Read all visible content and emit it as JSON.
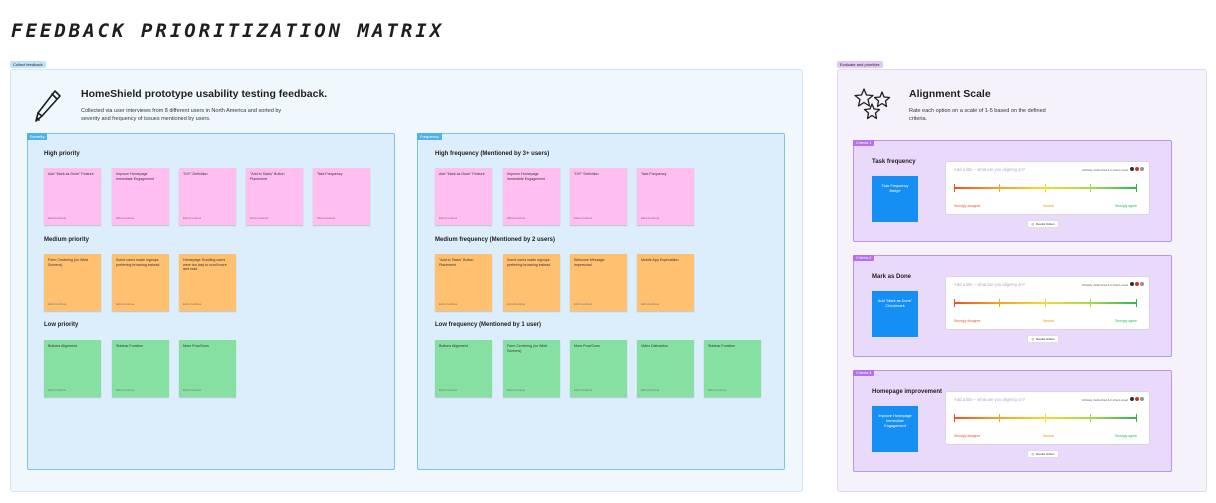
{
  "board_title": "FEEDBACK PRIORITIZATION MATRIX",
  "colors": {
    "pink_sticky": "#ffbdf0",
    "orange_sticky": "#ffc06f",
    "green_sticky": "#86e0a1",
    "panel_blue": "#dcedfb",
    "criteria_purple": "#e9dafc",
    "card_blue": "#168ff5"
  },
  "collect": {
    "tag": "Collect feedback",
    "icon": "pencil-icon",
    "title": "HomeShield prototype usability testing feedback.",
    "desc_line1": "Collected via user interviews from 8 different users in North America and sorted by",
    "desc_line2": "severity and frequency of issues mentioned by users.",
    "severity": {
      "tag": "Severity",
      "high": {
        "label": "High priority",
        "notes": [
          {
            "text": "Add \"Mark as Done\" Feature",
            "author": "Eldra Ferdinas"
          },
          {
            "text": "Improve Homepage Immediate Engagement",
            "author": "Eldra Ferdinas"
          },
          {
            "text": "\"DIY\" Definition",
            "author": "Eldra Ferdinas"
          },
          {
            "text": "\"Add to Tasks\" Button Placement",
            "author": "Eldra Ferdinas"
          },
          {
            "text": "Task Frequency",
            "author": "Eldra Ferdinas"
          }
        ]
      },
      "medium": {
        "label": "Medium priority",
        "notes": [
          {
            "text": "Form Centering (on Wide Screens)",
            "author": "Eldra Ferdinas"
          },
          {
            "text": "Some users made signups preferring browsing instead",
            "author": "Eldra Ferdinas"
          },
          {
            "text": "Homepage Scrolling users were too lazy to scroll more and read",
            "author": "Eldra Ferdinas"
          }
        ]
      },
      "low": {
        "label": "Low priority",
        "notes": [
          {
            "text": "Buttons Alignment",
            "author": "Eldra Ferdinas"
          },
          {
            "text": "Sidebar Function",
            "author": "Eldra Ferdinas"
          },
          {
            "text": "More Pros/Cons",
            "author": "Eldra Ferdinas"
          }
        ]
      }
    },
    "frequency": {
      "tag": "Frequency",
      "high": {
        "label": "High frequency (Mentioned by 3+ users)",
        "notes": [
          {
            "text": "Add \"Mark as Done\" Feature",
            "author": "Eldra Ferdinas"
          },
          {
            "text": "Improve Homepage Immediate Engagement",
            "author": "Eldra Ferdinas"
          },
          {
            "text": "\"DIY\" Definition",
            "author": "Eldra Ferdinas"
          },
          {
            "text": "Task Frequency",
            "author": "Eldra Ferdinas"
          }
        ]
      },
      "medium": {
        "label": "Medium frequency (Mentioned by 2 users)",
        "notes": [
          {
            "text": "\"Add to Tasks\" Button Placement",
            "author": "Eldra Ferdinas"
          },
          {
            "text": "Some users made signups preferring browsing instead",
            "author": "Eldra Ferdinas"
          },
          {
            "text": "Welcome Message impersonal",
            "author": "Eldra Ferdinas"
          },
          {
            "text": "Mobile App Expectation",
            "author": "Eldra Ferdinas"
          }
        ]
      },
      "low": {
        "label": "Low frequency (Mentioned by 1 user)",
        "notes": [
          {
            "text": "Buttons Alignment",
            "author": "Eldra Ferdinas"
          },
          {
            "text": "Form Centering (on Wide Screens)",
            "author": "Eldra Ferdinas"
          },
          {
            "text": "More Pros/Cons",
            "author": "Eldra Ferdinas"
          },
          {
            "text": "Video Distraction",
            "author": "Eldra Ferdinas"
          },
          {
            "text": "Sidebar Function",
            "author": "Eldra Ferdinas"
          }
        ]
      }
    }
  },
  "evaluate": {
    "tag": "Evaluate and prioritize",
    "icon": "stars-icon",
    "title": "Alignment Scale",
    "desc_line1": "Rate each option on a scale of 1-5 based on the defined",
    "desc_line2": "criteria.",
    "criteria": [
      {
        "tag": "Criteria 1",
        "title": "Task frequency",
        "card": "Task Frequency Badge",
        "placeholder": "Add a title – what are you aligning on?",
        "votes": "Infinitely, Authorized & 2 others voted",
        "disagree": "Strongly disagree",
        "neutral": "Neutral",
        "agree": "Strongly agree",
        "results": "Results hidden"
      },
      {
        "tag": "Criteria 2",
        "title": "Mark as Done",
        "card": "Add \"Mark as Done\" Checkmark",
        "placeholder": "Add a title – what are you aligning on?",
        "votes": "Infinitely, Authorized & 2 others voted",
        "disagree": "Strongly disagree",
        "neutral": "Neutral",
        "agree": "Strongly agree",
        "results": "Results hidden"
      },
      {
        "tag": "Criteria 3",
        "title": "Homepage improvement",
        "card": "Improve Homepage Immediate Engagement",
        "placeholder": "Add a title – what are you aligning on?",
        "votes": "Infinitely, Authorized & 2 others voted",
        "disagree": "Strongly disagree",
        "neutral": "Neutral",
        "agree": "Strongly agree",
        "results": "Results hidden"
      }
    ]
  }
}
